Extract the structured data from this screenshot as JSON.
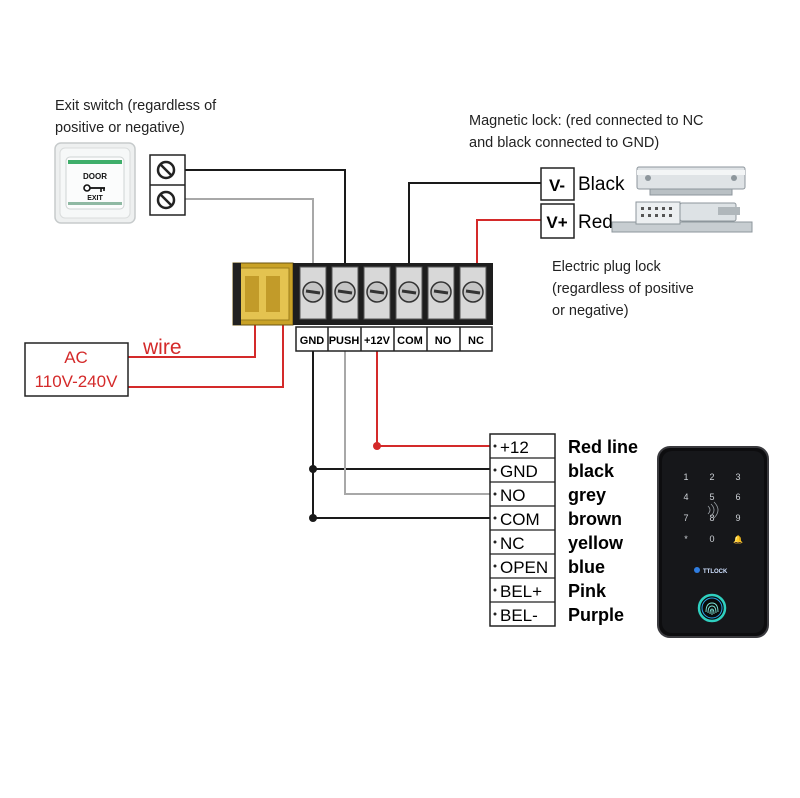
{
  "exit_switch": {
    "caption": [
      "Exit switch (regardless of",
      "positive or negative)"
    ],
    "plate_top": "DOOR",
    "plate_bottom": "EXIT"
  },
  "magnetic_lock": {
    "caption": [
      "Magnetic lock: (red connected to NC",
      "and black connected to GND)"
    ],
    "terminal_minus": "V-",
    "terminal_plus": "V+",
    "label_minus": "Black",
    "label_plus": "Red"
  },
  "plug_lock": {
    "caption": [
      "Electric plug lock",
      "(regardless of positive",
      "or negative)"
    ]
  },
  "ac_supply": {
    "wire_label": "wire",
    "box_line1": "AC",
    "box_line2": "110V-240V"
  },
  "terminal_block": {
    "labels": [
      "GND",
      "PUSH",
      "+12V",
      "COM",
      "NO",
      "NC"
    ]
  },
  "controller_terminals": [
    {
      "pin": "+12",
      "color_name": "Red line"
    },
    {
      "pin": "GND",
      "color_name": "black"
    },
    {
      "pin": "NO",
      "color_name": "grey"
    },
    {
      "pin": "COM",
      "color_name": "brown"
    },
    {
      "pin": "NC",
      "color_name": "yellow"
    },
    {
      "pin": "OPEN",
      "color_name": "blue"
    },
    {
      "pin": "BEL+",
      "color_name": "Pink"
    },
    {
      "pin": "BEL-",
      "color_name": "Purple"
    }
  ],
  "keypad": {
    "keys": [
      "1",
      "2",
      "3",
      "4",
      "5",
      "6",
      "7",
      "8",
      "9",
      "*",
      "0",
      "🔔"
    ],
    "brand": "TTLOCK"
  },
  "colors": {
    "red_wire": "#d42a2a",
    "black_wire": "#1a1a1a",
    "grey_wire": "#a8a8a8",
    "ac_red": "#d42a2a",
    "fuse_yellow": "#c9a227"
  }
}
